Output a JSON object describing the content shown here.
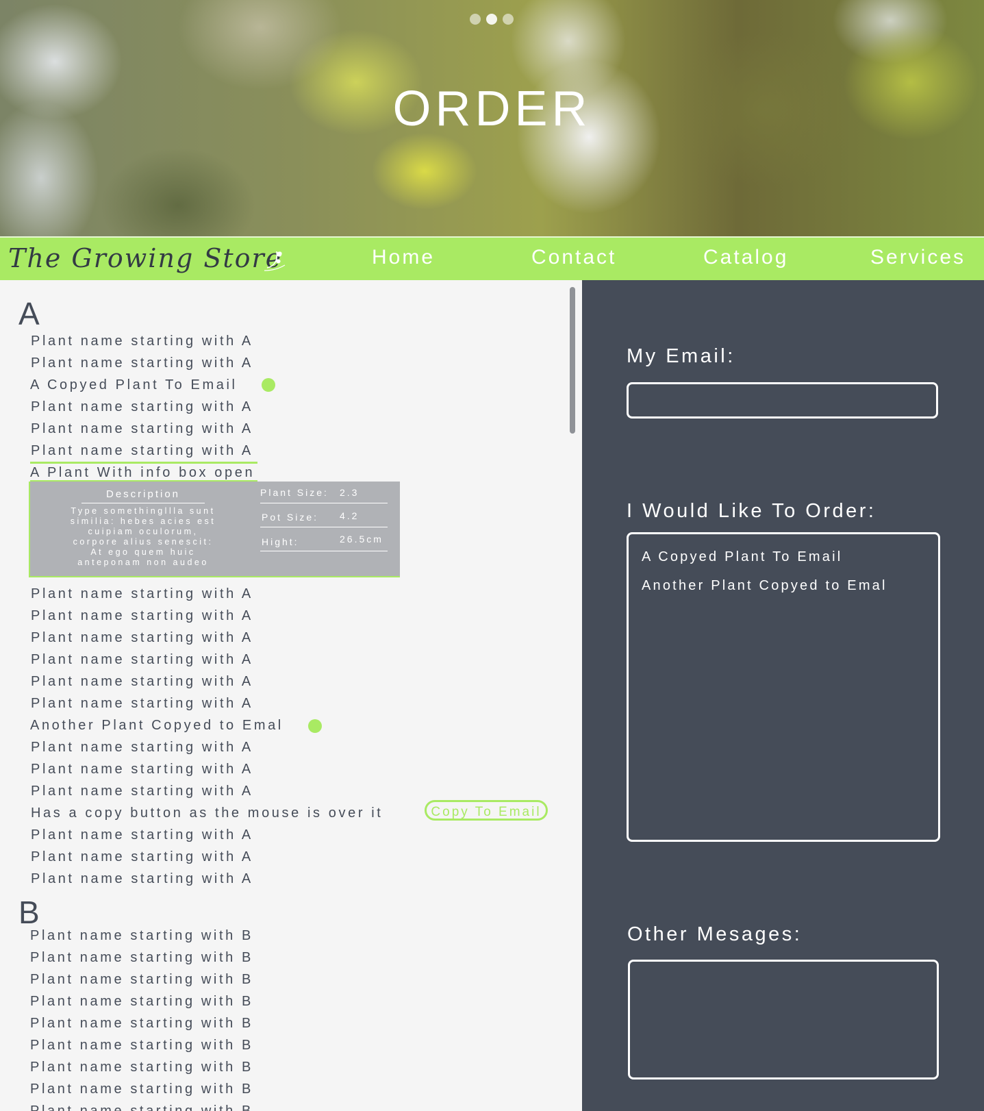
{
  "hero": {
    "title": "ORDER",
    "carousel_dots": 3
  },
  "nav": {
    "brand": "The Growing Store",
    "items": [
      {
        "label": "Home"
      },
      {
        "label": "Contact"
      },
      {
        "label": "Catalog"
      },
      {
        "label": "Services"
      }
    ]
  },
  "catalog": {
    "section_a": {
      "letter": "A",
      "plants": [
        "Plant name starting with A",
        "Plant name starting with A",
        "A Copyed Plant To Email",
        "Plant name starting with A",
        "Plant name starting with A",
        "Plant name starting with A",
        "A Plant With info box open",
        "Plant name starting with A",
        "Plant name starting with A",
        "Plant name starting with A",
        "Plant name starting with A",
        "Plant name starting with A",
        "Plant name starting with A",
        "Another Plant Copyed to Emal",
        "Plant name starting with A",
        "Plant name starting with A",
        "Plant name starting with A",
        "Has a copy button as the mouse is over it",
        "Plant name starting with A",
        "Plant name starting with A",
        "Plant name starting with A"
      ]
    },
    "section_b": {
      "letter": "B",
      "plants": [
        "Plant name starting with B",
        "Plant name starting with B",
        "Plant name starting with B",
        "Plant name starting with B",
        "Plant name starting with B",
        "Plant name starting with B",
        "Plant name starting with B",
        "Plant name starting with B",
        "Plant name starting with B"
      ]
    },
    "info_box": {
      "description_title": "Description",
      "description_lines": [
        "Type somethingllla sunt",
        "similia: hebes acies est",
        "cuipiam oculorum,",
        "corpore alius senescit:",
        "At ego quem huic",
        "anteponam non audeo"
      ],
      "plant_size_label": "Plant Size:",
      "plant_size_value": "2.3",
      "pot_size_label": "Pot Size:",
      "pot_size_value": "4.2",
      "height_label": "Hight:",
      "height_value": "26.5cm"
    },
    "copy_button_label": "Copy To Email"
  },
  "order_form": {
    "email_label": "My Email:",
    "email_value": "",
    "order_label": "I Would Like To Order:",
    "order_items": [
      "A Copyed Plant To Email",
      "Another Plant Copyed to Emal"
    ],
    "messages_label": "Other Mesages:",
    "messages_value": ""
  },
  "colors": {
    "accent_green": "#a9ea63",
    "panel_slate": "#454c58",
    "list_bg": "#f5f5f5",
    "info_box_gray": "#b0b2b6"
  }
}
